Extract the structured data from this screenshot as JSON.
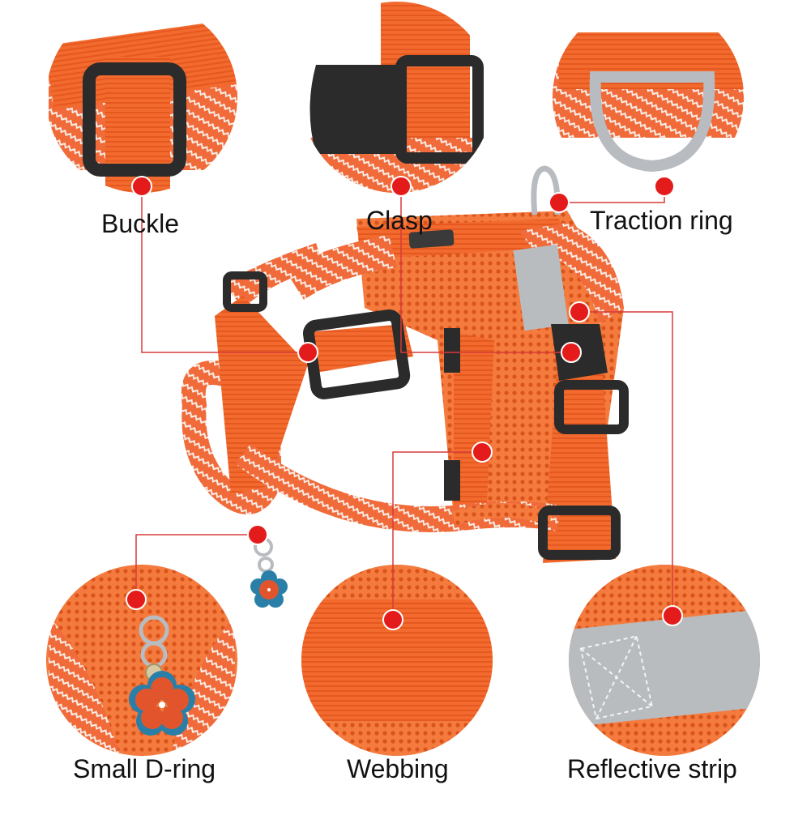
{
  "colors": {
    "orange": "#f26a2e",
    "orange_dark": "#d9531a",
    "marker_red": "#e41b1b",
    "buckle_black": "#2b2b2b",
    "reflective_gray": "#b9bcbf",
    "stripe_white": "#f6efe9"
  },
  "callouts": {
    "buckle": {
      "label": "Buckle",
      "icon": "buckle-icon"
    },
    "clasp": {
      "label": "Clasp",
      "icon": "clasp-icon"
    },
    "traction_ring": {
      "label": "Traction ring",
      "icon": "d-ring-icon"
    },
    "small_d_ring": {
      "label": "Small D-ring",
      "icon": "flower-tag-icon"
    },
    "webbing": {
      "label": "Webbing",
      "icon": "webbing-texture-icon"
    },
    "reflective_strip": {
      "label": "Reflective strip",
      "icon": "reflective-strip-icon"
    }
  }
}
